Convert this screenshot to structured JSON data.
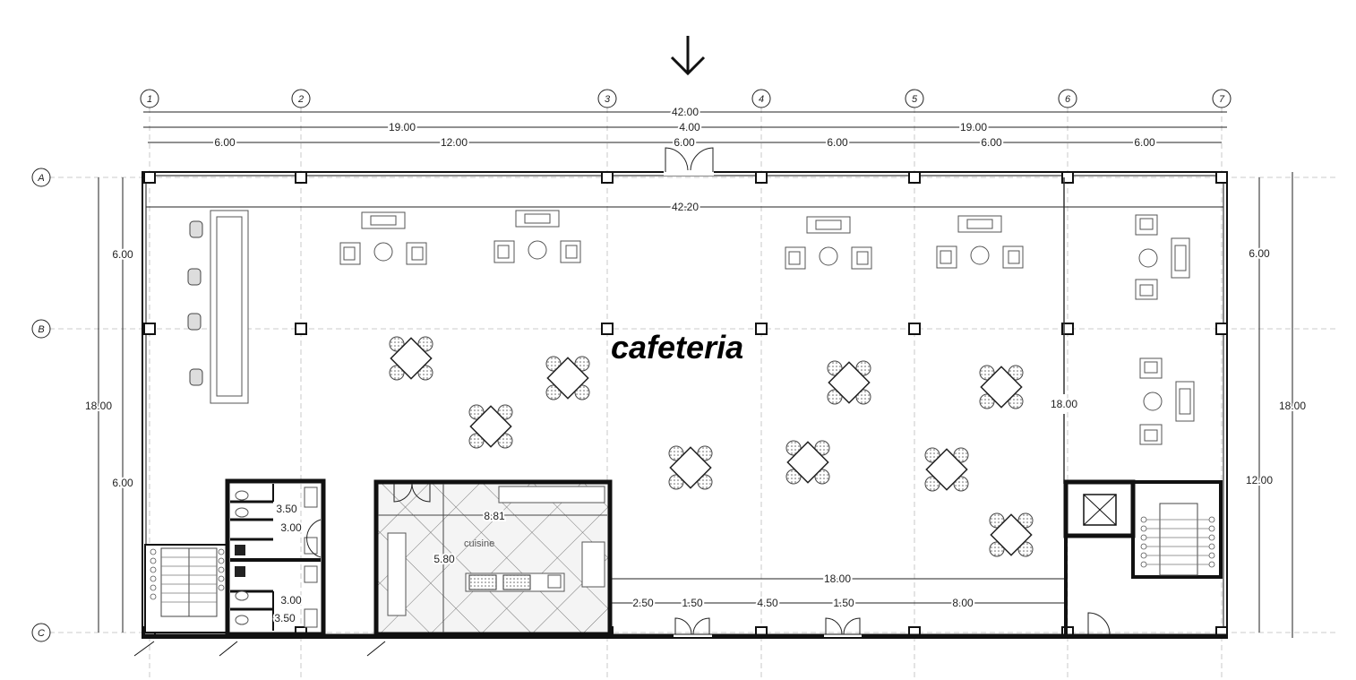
{
  "title": "cafeteria",
  "kitchen_label": "cuisine",
  "grid_columns": [
    "1",
    "2",
    "3",
    "4",
    "5",
    "6",
    "7"
  ],
  "grid_rows": [
    "A",
    "B",
    "C"
  ],
  "top_dims": {
    "overall": "42.00",
    "left": "19.00",
    "middle": "4.00",
    "right": "19.00",
    "bays": [
      "6.00",
      "12.00",
      "6.00",
      "6.00",
      "6.00",
      "6.00"
    ]
  },
  "inner_overall": "42.20",
  "left_dims": {
    "upper": "6.00",
    "total": "18.00",
    "lower": "6.00"
  },
  "right_dims": {
    "upper": "6.00",
    "total": "18.00",
    "lower": "12.00",
    "inner": "18.00"
  },
  "toilet_dims": [
    "3.50",
    "3.00",
    "3.00",
    "3.50"
  ],
  "kitchen_dims": {
    "width": "8.81",
    "depth": "5.80"
  },
  "front_dims": {
    "span": "18.00",
    "segments": [
      "2.50",
      "1.50",
      "4.50",
      "1.50",
      "8.00"
    ]
  }
}
